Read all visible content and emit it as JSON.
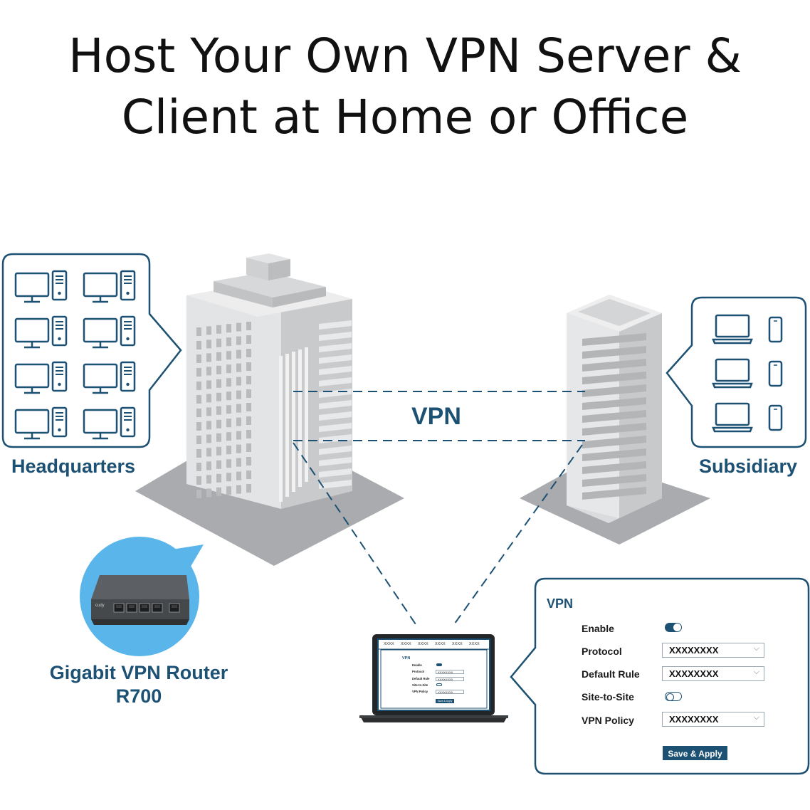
{
  "title": {
    "line1": "Host Your Own VPN Server &",
    "line2": "Client at Home or Office"
  },
  "labels": {
    "headquarters": "Headquarters",
    "subsidiary": "Subsidiary",
    "vpn_tunnel": "VPN",
    "router_line1": "Gigabit VPN Router",
    "router_line2": "R700"
  },
  "router": {
    "brand": "cudy"
  },
  "settings_panel": {
    "title": "VPN",
    "rows": [
      {
        "label": "Enable",
        "type": "toggle",
        "state": "on"
      },
      {
        "label": "Protocol",
        "type": "select",
        "value": "XXXXXXXX"
      },
      {
        "label": "Default Rule",
        "type": "select",
        "value": "XXXXXXXX"
      },
      {
        "label": "Site-to-Site",
        "type": "toggle",
        "state": "off"
      },
      {
        "label": "VPN Policy",
        "type": "select",
        "value": "XXXXXXXX"
      }
    ],
    "save_label": "Save & Apply"
  },
  "laptop_screen": {
    "menu": [
      "XXXX",
      "XXXX",
      "XXXX",
      "XXXX",
      "XXXX",
      "XXXX"
    ],
    "title": "VPN",
    "rows": [
      {
        "label": "Enable",
        "value": ""
      },
      {
        "label": "Protocol",
        "value": "XXXXXXXX"
      },
      {
        "label": "Default Rule",
        "value": "XXXXXXXX"
      },
      {
        "label": "Site-to-Site",
        "value": ""
      },
      {
        "label": "VPN Policy",
        "value": "XXXXXXXX"
      }
    ],
    "save_label": "Save & Apply"
  },
  "colors": {
    "accent": "#1d5173",
    "building": "#dadbdc",
    "shadow": "#a9abae",
    "text": "#111111"
  },
  "icons": {
    "headquarters_devices": "desktop-computer-icon",
    "subsidiary_laptops": "laptop-icon",
    "subsidiary_phones": "smartphone-icon"
  }
}
